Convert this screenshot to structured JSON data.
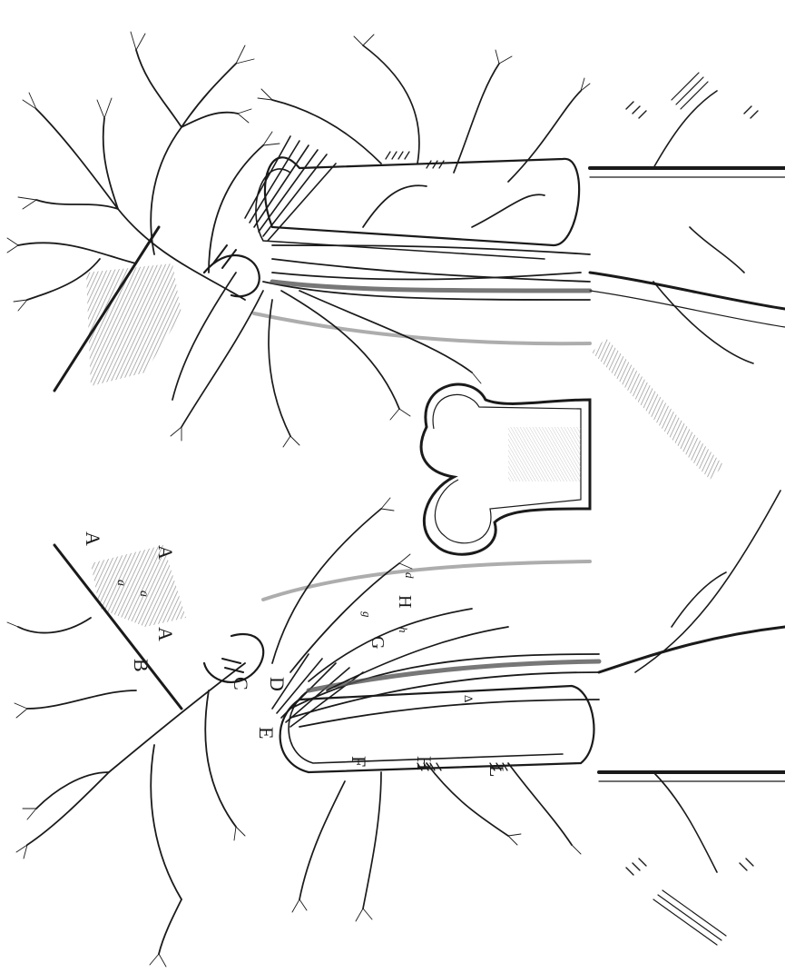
{
  "plate": {
    "ink": "#1a1a1a",
    "paper": "#ffffff",
    "shade": "#8a8a8a"
  },
  "labels": {
    "A1": "A",
    "A2": "A",
    "A3": "A",
    "a1": "a",
    "a2": "a",
    "B": "B",
    "C": "C",
    "D": "D",
    "E": "E",
    "F": "F",
    "G": "G",
    "g": "g",
    "H1": "H",
    "H2": "H",
    "h": "h",
    "L": "L",
    "d": "d",
    "tri": "Δ"
  }
}
